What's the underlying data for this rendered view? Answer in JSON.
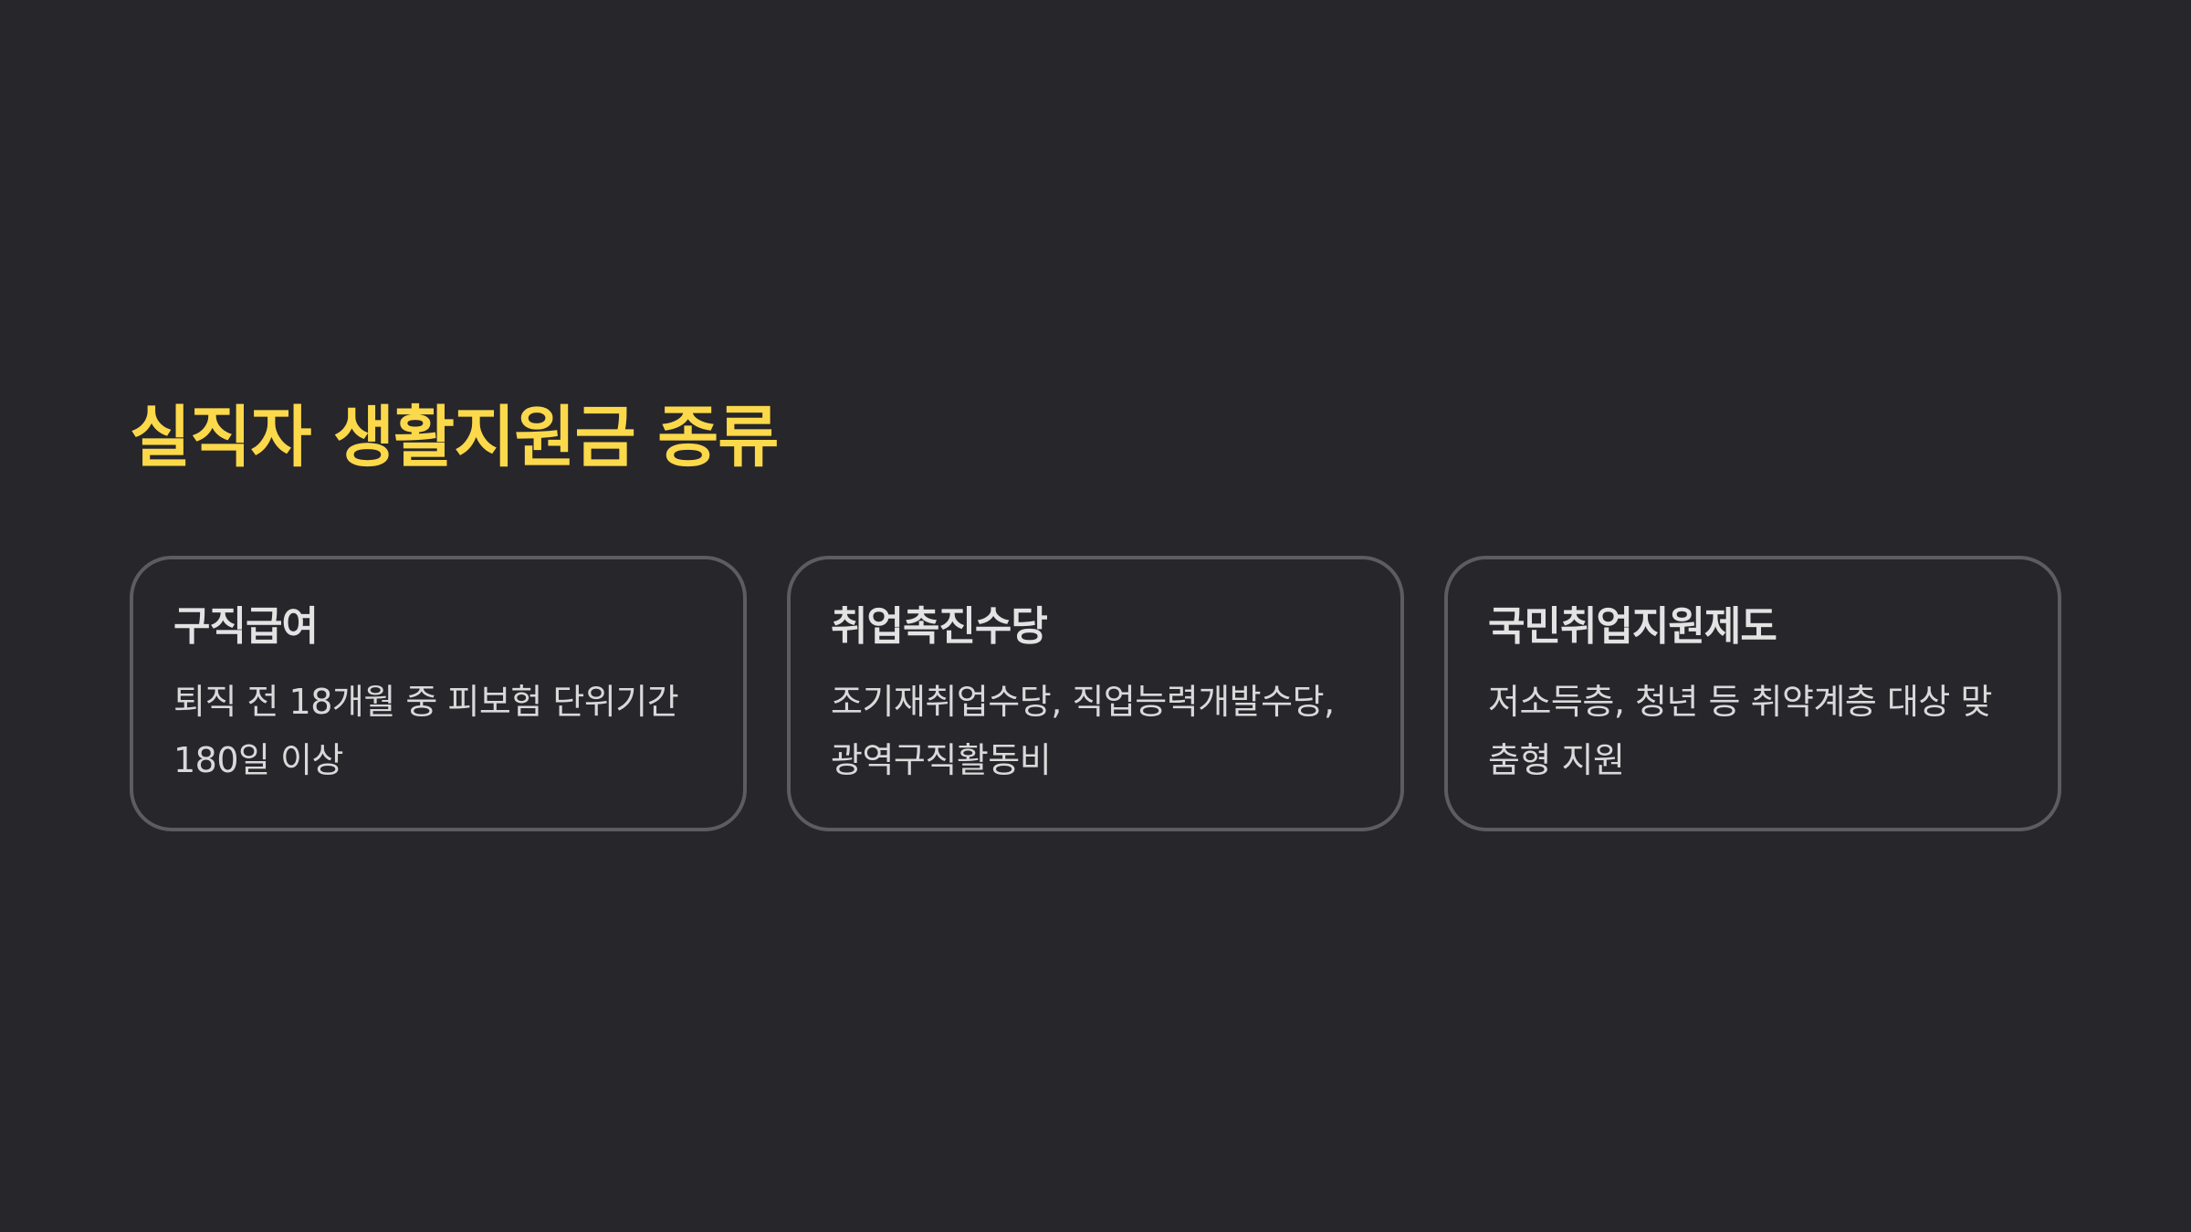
{
  "slide": {
    "title": "실직자 생활지원금 종류",
    "cards": [
      {
        "title": "구직급여",
        "body": "퇴직 전 18개월 중 피보험 단위기간 180일 이상"
      },
      {
        "title": "취업촉진수당",
        "body": "조기재취업수당, 직업능력개발수당, 광역구직활동비"
      },
      {
        "title": "국민취업지원제도",
        "body": "저소득층, 청년 등 취약계층 대상 맞춤형 지원"
      }
    ]
  },
  "colors": {
    "background": "#26262b",
    "title": "#fcd94a",
    "card_border": "#5c5c61",
    "card_title": "#e3e3e3",
    "card_body": "#d9d9d9"
  }
}
